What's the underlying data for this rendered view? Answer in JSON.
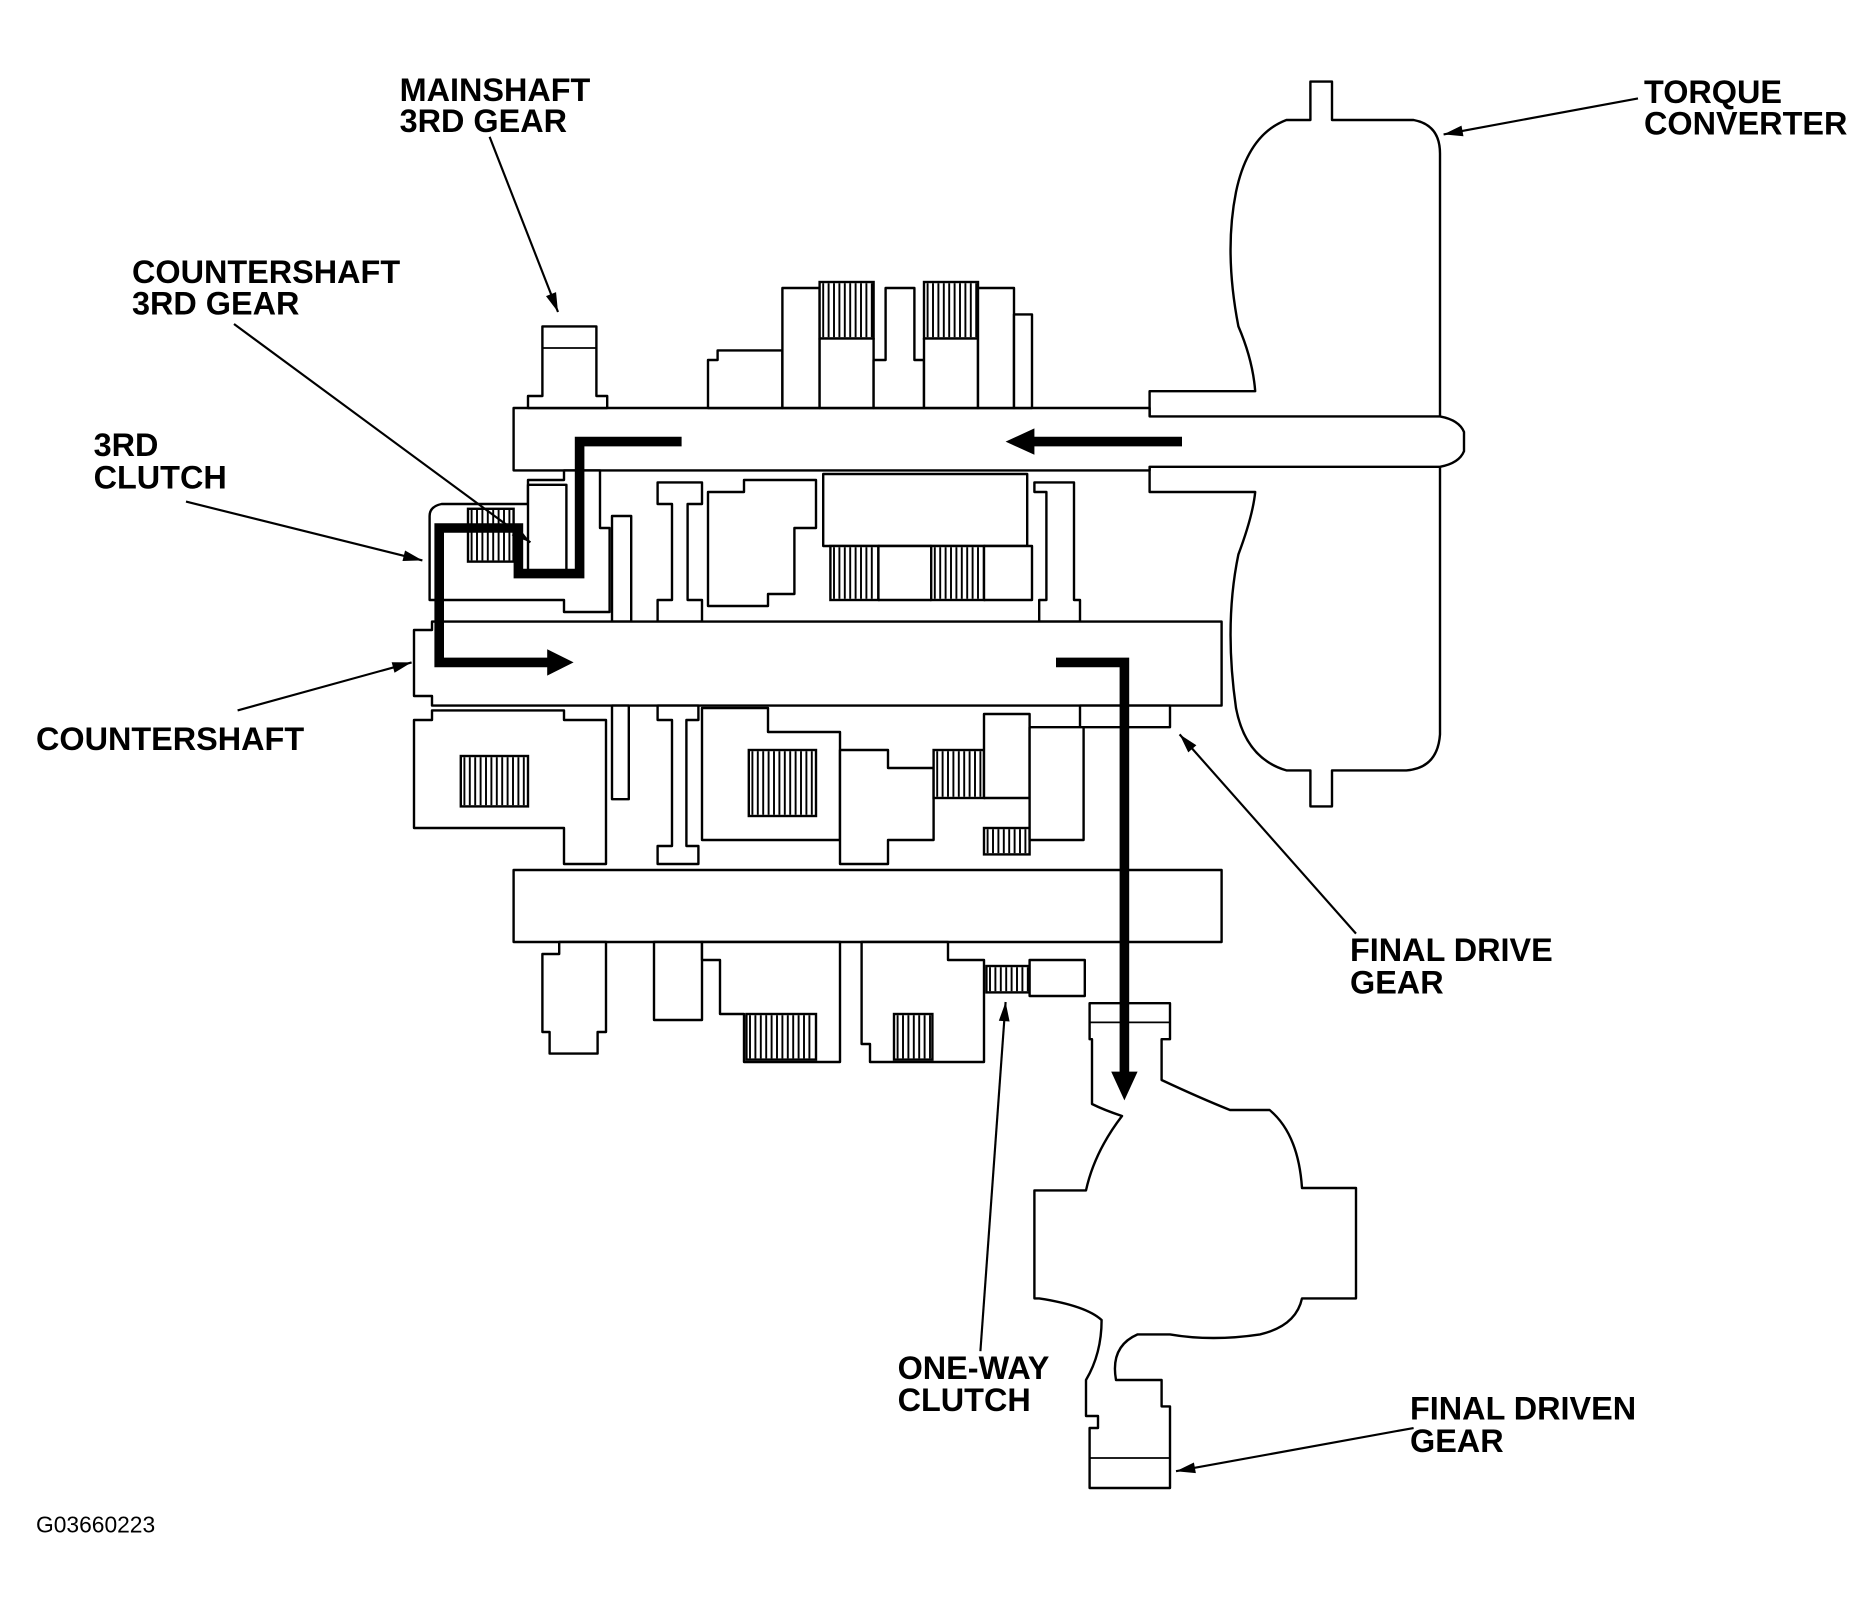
{
  "labels": {
    "mainshaft_3rd_gear": [
      "MAINSHAFT",
      "3RD GEAR"
    ],
    "torque_converter": [
      "TORQUE",
      "CONVERTER"
    ],
    "countershaft_3rd_gear": [
      "COUNTERSHAFT",
      "3RD GEAR"
    ],
    "third_clutch": [
      "3RD",
      "CLUTCH"
    ],
    "countershaft": [
      "COUNTERSHAFT"
    ],
    "final_drive_gear": [
      "FINAL DRIVE",
      "GEAR"
    ],
    "one_way_clutch": [
      "ONE-WAY",
      "CLUTCH"
    ],
    "final_driven_gear": [
      "FINAL DRIVEN",
      "GEAR"
    ]
  },
  "figure_code": "G03660223",
  "colors": {
    "line": "#000000",
    "background": "#ffffff"
  }
}
